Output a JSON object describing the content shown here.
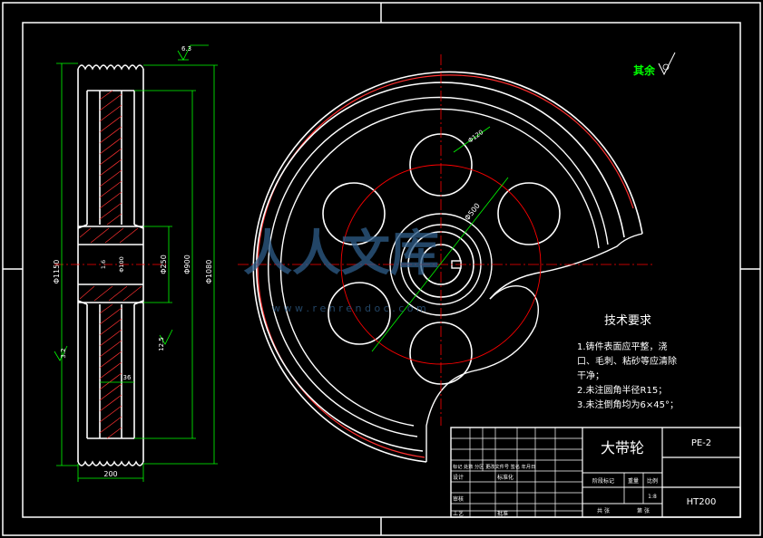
{
  "drawing": {
    "surface_symbol": "6.3",
    "other_label": "其余",
    "dims": {
      "od_1150": "Φ1150",
      "od_1080": "Φ1080",
      "d_900": "Φ900",
      "d_250": "Φ250",
      "d_100": "Φ100",
      "w_200": "200",
      "w_36": "36",
      "c_1_6": "1.6",
      "c_3_2": "3.2",
      "c_12_5": "12.5",
      "hole_120": "Φ120",
      "pcd_500": "Φ500"
    }
  },
  "tech_req": {
    "title": "技术要求",
    "lines": [
      "1.铸件表面应平整，浇",
      "口、毛刺、粘砂等应清除",
      "干净；",
      "2.未注圆角半径R15；",
      "3.未注倒角均为6×45°；"
    ]
  },
  "title_block": {
    "part_name": "大带轮",
    "drawing_no": "PE-2",
    "material": "HT200",
    "scale": "1:8",
    "header_row": "标记 处数 分区 更改文件号 签名 年月日",
    "designer": "设计",
    "standard": "标准化",
    "reviewer": "审核",
    "process": "工艺",
    "approve": "批准",
    "stage_mark": "阶段标记",
    "weight": "重量",
    "ratio": "比例",
    "sheets_total": "共 张",
    "sheet_no": "第 张"
  },
  "watermark": {
    "brand": "人人文库",
    "url": "w w w . r e n r e n d o c . c o m"
  },
  "colors": {
    "outline": "#ffffff",
    "dimension": "#00ff00",
    "centerline": "#ff0000",
    "hatch": "#ff3030",
    "title_green": "#00ff00",
    "watermark": "#2f5e8a"
  }
}
